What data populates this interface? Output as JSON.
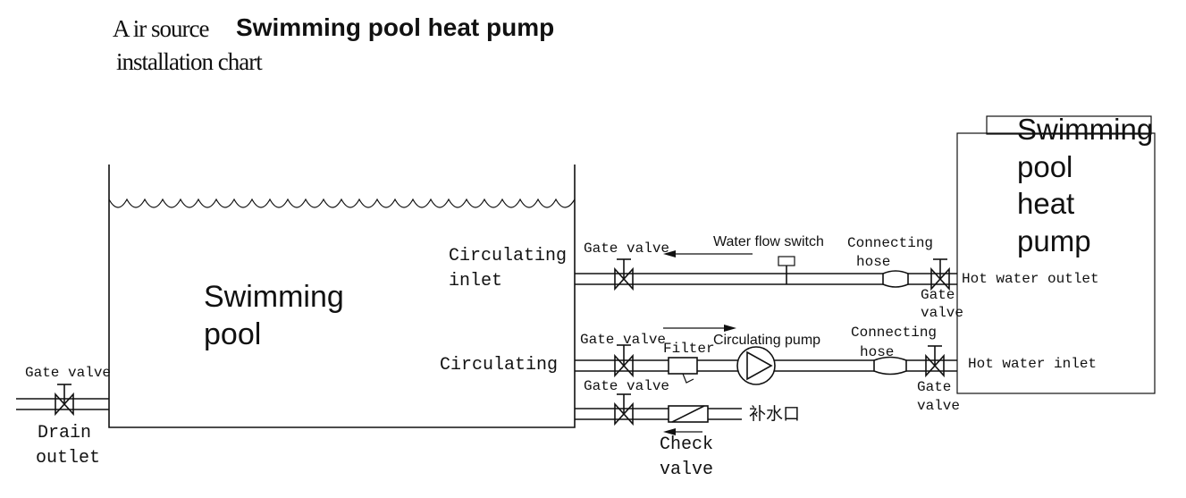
{
  "title": {
    "prefix": "A ir source",
    "bold": "Swimming pool heat pump",
    "line2": "installation chart"
  },
  "pool": {
    "label_line1": "Swimming",
    "label_line2": "pool"
  },
  "heat_pump": {
    "label_lines": [
      "Swimming",
      "pool",
      "heat",
      "pump"
    ]
  },
  "labels": {
    "circulating_inlet_1": "Circulating",
    "circulating_inlet_2": "inlet",
    "circulating_outlet": "Circulating",
    "gate_valve_drain": "Gate valve",
    "drain_outlet_1": "Drain",
    "drain_outlet_2": "outlet",
    "gate_valve_top": "Gate valve",
    "water_flow_switch": "Water flow switch",
    "connecting_hose_top_1": "Connecting",
    "connecting_hose_top_2": "hose",
    "gate_valve_hp_top_1": "Gate",
    "gate_valve_hp_top_2": "valve",
    "hot_water_outlet": "Hot water outlet",
    "gate_valve_mid": "Gate valve",
    "filter": "Filter",
    "circulating_pump": "Circulating pump",
    "connecting_hose_mid_1": "Connecting",
    "connecting_hose_mid_2": "hose",
    "gate_valve_hp_bottom_1": "Gate",
    "gate_valve_hp_bottom_2": "valve",
    "hot_water_inlet": "Hot water inlet",
    "gate_valve_low": "Gate valve",
    "make_up_water": "补水口",
    "check_valve_1": "Check",
    "check_valve_2": "valve"
  }
}
